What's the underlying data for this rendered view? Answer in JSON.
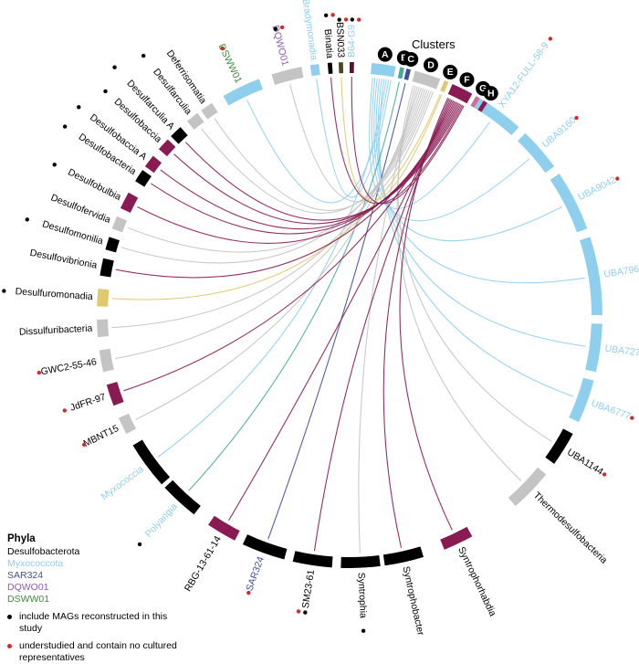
{
  "colors": {
    "Desulfobacterota": "#000000",
    "Myxococcota": "#8ecfee",
    "SAR324": "#3f4f99",
    "DQWO01": "#8e5ab5",
    "DSWW01": "#3a8f3a",
    "gray": "#c4c4c4",
    "maroon": "#8a1a52",
    "yellow": "#e0c86e",
    "olive": "#4a4a18",
    "dark_red": "#5a1230",
    "teal": "#48a89a",
    "pink": "#d07090",
    "red_dot": "#d62a2a",
    "black_dot": "#000000"
  },
  "clusters": {
    "title": "Clusters",
    "items": [
      {
        "letter": "A",
        "color": "#8ecfee"
      },
      {
        "letter": "B",
        "color": "#48a89a"
      },
      {
        "letter": "C",
        "color": "#3f4f99"
      },
      {
        "letter": "D",
        "color": "#c4c4c4"
      },
      {
        "letter": "E",
        "color": "#e0c86e"
      },
      {
        "letter": "F",
        "color": "#8a1a52"
      },
      {
        "letter": "G",
        "color": "#d07090"
      },
      {
        "letter": "H",
        "color": "#8a1a52"
      }
    ]
  },
  "taxa": [
    {
      "name": "XYA12-FULL-58-9",
      "color": "#8ecfee",
      "text_color": "#8ecfee",
      "red_dot": true,
      "black_dot": false,
      "cluster": "A"
    },
    {
      "name": "UBA9160",
      "color": "#8ecfee",
      "text_color": "#8ecfee",
      "red_dot": true,
      "black_dot": false,
      "cluster": "A"
    },
    {
      "name": "UBA9042",
      "color": "#8ecfee",
      "text_color": "#8ecfee",
      "red_dot": true,
      "black_dot": false,
      "cluster": "A"
    },
    {
      "name": "UBA796",
      "color": "#8ecfee",
      "text_color": "#8ecfee",
      "red_dot": true,
      "black_dot": true,
      "cluster": "A"
    },
    {
      "name": "UBA727",
      "color": "#8ecfee",
      "text_color": "#8ecfee",
      "red_dot": true,
      "black_dot": false,
      "cluster": "A"
    },
    {
      "name": "UBA6777",
      "color": "#8ecfee",
      "text_color": "#8ecfee",
      "red_dot": true,
      "black_dot": false,
      "cluster": "A"
    },
    {
      "name": "UBA1144",
      "color": "#000000",
      "text_color": "#000000",
      "red_dot": true,
      "black_dot": false,
      "cluster": "D"
    },
    {
      "name": "Thermodesulfobacteria",
      "color": "#c4c4c4",
      "text_color": "#000000",
      "red_dot": false,
      "black_dot": false,
      "cluster": "D"
    },
    {
      "name": "Syntrophorhabdia",
      "color": "#8a1a52",
      "text_color": "#000000",
      "red_dot": false,
      "black_dot": false,
      "cluster": "F"
    },
    {
      "name": "Syntrophobacteria",
      "color": "#000000",
      "text_color": "#000000",
      "red_dot": false,
      "black_dot": true,
      "cluster": "F"
    },
    {
      "name": "Syntrophia",
      "color": "#000000",
      "text_color": "#000000",
      "red_dot": false,
      "black_dot": true,
      "cluster": "D"
    },
    {
      "name": "SM23-61",
      "color": "#000000",
      "text_color": "#000000",
      "red_dot": true,
      "black_dot": true,
      "cluster": "F"
    },
    {
      "name": "SAR324",
      "color": "#000000",
      "text_color": "#3f4f99",
      "red_dot": true,
      "black_dot": false,
      "cluster": "C"
    },
    {
      "name": "RBG-13-61-14",
      "color": "#8a1a52",
      "text_color": "#000000",
      "red_dot": false,
      "black_dot": false,
      "cluster": "F"
    },
    {
      "name": "Polyangia",
      "color": "#000000",
      "text_color": "#8ecfee",
      "red_dot": false,
      "black_dot": true,
      "cluster": "B"
    },
    {
      "name": "Myxococcia",
      "color": "#000000",
      "text_color": "#8ecfee",
      "red_dot": false,
      "black_dot": false,
      "cluster": "A"
    },
    {
      "name": "MBNT15",
      "color": "#c4c4c4",
      "text_color": "#000000",
      "red_dot": true,
      "black_dot": false,
      "cluster": "D"
    },
    {
      "name": "JdFR-97",
      "color": "#8a1a52",
      "text_color": "#000000",
      "red_dot": true,
      "black_dot": false,
      "cluster": "F"
    },
    {
      "name": "GWC2-55-46",
      "color": "#c4c4c4",
      "text_color": "#000000",
      "red_dot": true,
      "black_dot": false,
      "cluster": "D"
    },
    {
      "name": "Dissulfuribacteria",
      "color": "#c4c4c4",
      "text_color": "#000000",
      "red_dot": false,
      "black_dot": true,
      "cluster": "D"
    },
    {
      "name": "Desulfuromonadia",
      "color": "#e0c86e",
      "text_color": "#000000",
      "red_dot": false,
      "black_dot": true,
      "cluster": "E"
    },
    {
      "name": "Desulfovibrionia",
      "color": "#000000",
      "text_color": "#000000",
      "red_dot": false,
      "black_dot": false,
      "cluster": "F"
    },
    {
      "name": "Desulfomonilia",
      "color": "#000000",
      "text_color": "#000000",
      "red_dot": false,
      "black_dot": true,
      "cluster": "D"
    },
    {
      "name": "Desulfofervidia",
      "color": "#c4c4c4",
      "text_color": "#000000",
      "red_dot": false,
      "black_dot": false,
      "cluster": "D"
    },
    {
      "name": "Desulfobulbia",
      "color": "#8a1a52",
      "text_color": "#000000",
      "red_dot": false,
      "black_dot": true,
      "cluster": "F"
    },
    {
      "name": "Desulfobacteria",
      "color": "#000000",
      "text_color": "#000000",
      "red_dot": false,
      "black_dot": true,
      "cluster": "F"
    },
    {
      "name": "Desulfobaccia A",
      "color": "#8a1a52",
      "text_color": "#000000",
      "red_dot": false,
      "black_dot": true,
      "cluster": "F"
    },
    {
      "name": "Desulfobaccia",
      "color": "#8a1a52",
      "text_color": "#000000",
      "red_dot": false,
      "black_dot": true,
      "cluster": "F"
    },
    {
      "name": "Desulfarculia A",
      "color": "#000000",
      "text_color": "#000000",
      "red_dot": false,
      "black_dot": true,
      "cluster": "F"
    },
    {
      "name": "Desulfarculia",
      "color": "#c4c4c4",
      "text_color": "#000000",
      "red_dot": false,
      "black_dot": true,
      "cluster": "D"
    },
    {
      "name": "Deferrisomatia",
      "color": "#c4c4c4",
      "text_color": "#000000",
      "red_dot": false,
      "black_dot": false,
      "cluster": "D"
    },
    {
      "name": "DSWW01",
      "color": "#8ecfee",
      "text_color": "#3a8f3a",
      "red_dot": true,
      "black_dot": false,
      "cluster": "A"
    },
    {
      "name": "DQWO01",
      "color": "#c4c4c4",
      "text_color": "#8e5ab5",
      "red_dot": true,
      "black_dot": true,
      "cluster": "D"
    },
    {
      "name": "Bradymonadia",
      "color": "#8ecfee",
      "text_color": "#8ecfee",
      "red_dot": false,
      "black_dot": false,
      "cluster": "A"
    },
    {
      "name": "Binatia",
      "color": "#000000",
      "text_color": "#000000",
      "red_dot": true,
      "black_dot": true,
      "cluster": "F"
    },
    {
      "name": "BSN033",
      "color": "#4a4a18",
      "text_color": "#000000",
      "red_dot": true,
      "black_dot": true,
      "cluster": "E"
    },
    {
      "name": "B64-G9",
      "color": "#5a1230",
      "text_color": "#8ecfee",
      "red_dot": true,
      "black_dot": true,
      "cluster": "F"
    }
  ],
  "legend": {
    "title": "Phyla",
    "phyla": [
      {
        "name": "Desulfobacterota",
        "color": "#000000"
      },
      {
        "name": "Myxococcota",
        "color": "#8ecfee"
      },
      {
        "name": "SAR324",
        "color": "#3f4f99"
      },
      {
        "name": "DQWO01",
        "color": "#8e5ab5"
      },
      {
        "name": "DSWW01",
        "color": "#3a8f3a"
      }
    ],
    "black_dot_text": "include MAGs reconstructed in this study",
    "red_dot_text": "understudied and contain no cultured representatives"
  }
}
